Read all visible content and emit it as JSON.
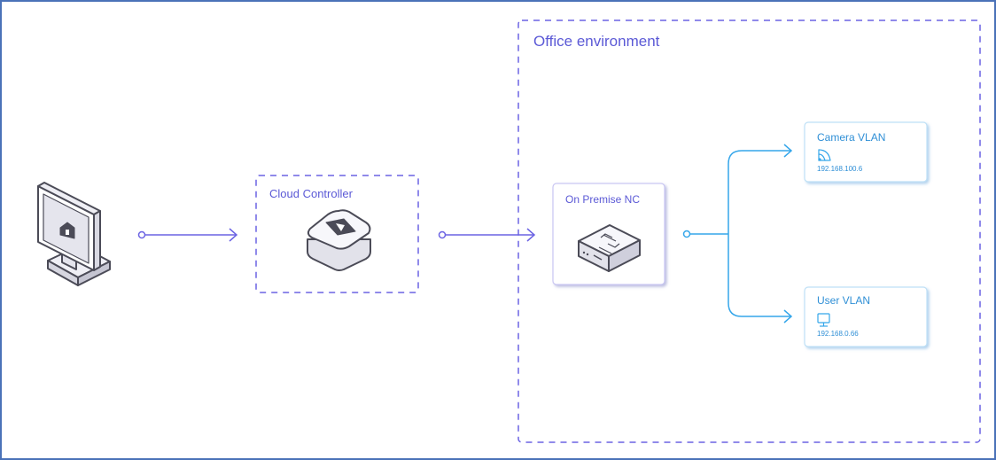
{
  "office": {
    "title": "Office environment"
  },
  "cloud_controller": {
    "title": "Cloud Controller"
  },
  "on_premise": {
    "title": "On Premise NC"
  },
  "vlans": [
    {
      "title": "Camera VLAN",
      "ip": "192.168.100.6",
      "icon": "wifi-signal-icon"
    },
    {
      "title": "User VLAN",
      "ip": "192.168.0.66",
      "icon": "monitor-icon"
    }
  ],
  "icons": {
    "client": "computer-monitor-home-icon",
    "cloud": "cloud-controller-device-icon",
    "nc": "network-controller-device-icon"
  },
  "colors": {
    "frame": "#4a72b8",
    "purple": "#6b63e3",
    "blue": "#35a6ea",
    "device_gray": "#4b4b57"
  }
}
